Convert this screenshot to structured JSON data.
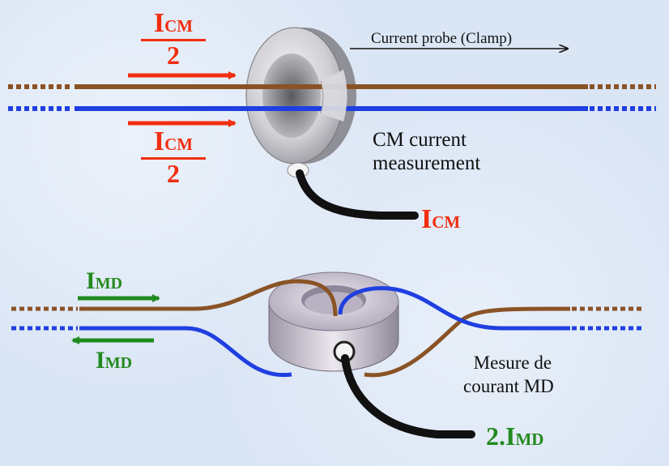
{
  "top": {
    "probe_label": "Current probe (Clamp)",
    "measure_line1": "CM current",
    "measure_line2": "measurement",
    "frac_upper": {
      "main": "I",
      "sub": "CM",
      "den": "2"
    },
    "frac_lower": {
      "main": "I",
      "sub": "CM",
      "den": "2"
    },
    "output": {
      "main": "I",
      "sub": "CM"
    }
  },
  "bottom": {
    "in_label": {
      "main": "I",
      "sub": "MD"
    },
    "out_label": {
      "main": "I",
      "sub": "MD"
    },
    "measure_line1": "Mesure de",
    "measure_line2": "courant MD",
    "output": {
      "prefix": "2.",
      "main": "I",
      "sub": "MD"
    }
  },
  "colors": {
    "brown_wire": "#8a5325",
    "blue_wire": "#1f3fe0",
    "red_arrow": "#f22d10",
    "green_arrow": "#1f8a1f",
    "cable": "#111111"
  }
}
